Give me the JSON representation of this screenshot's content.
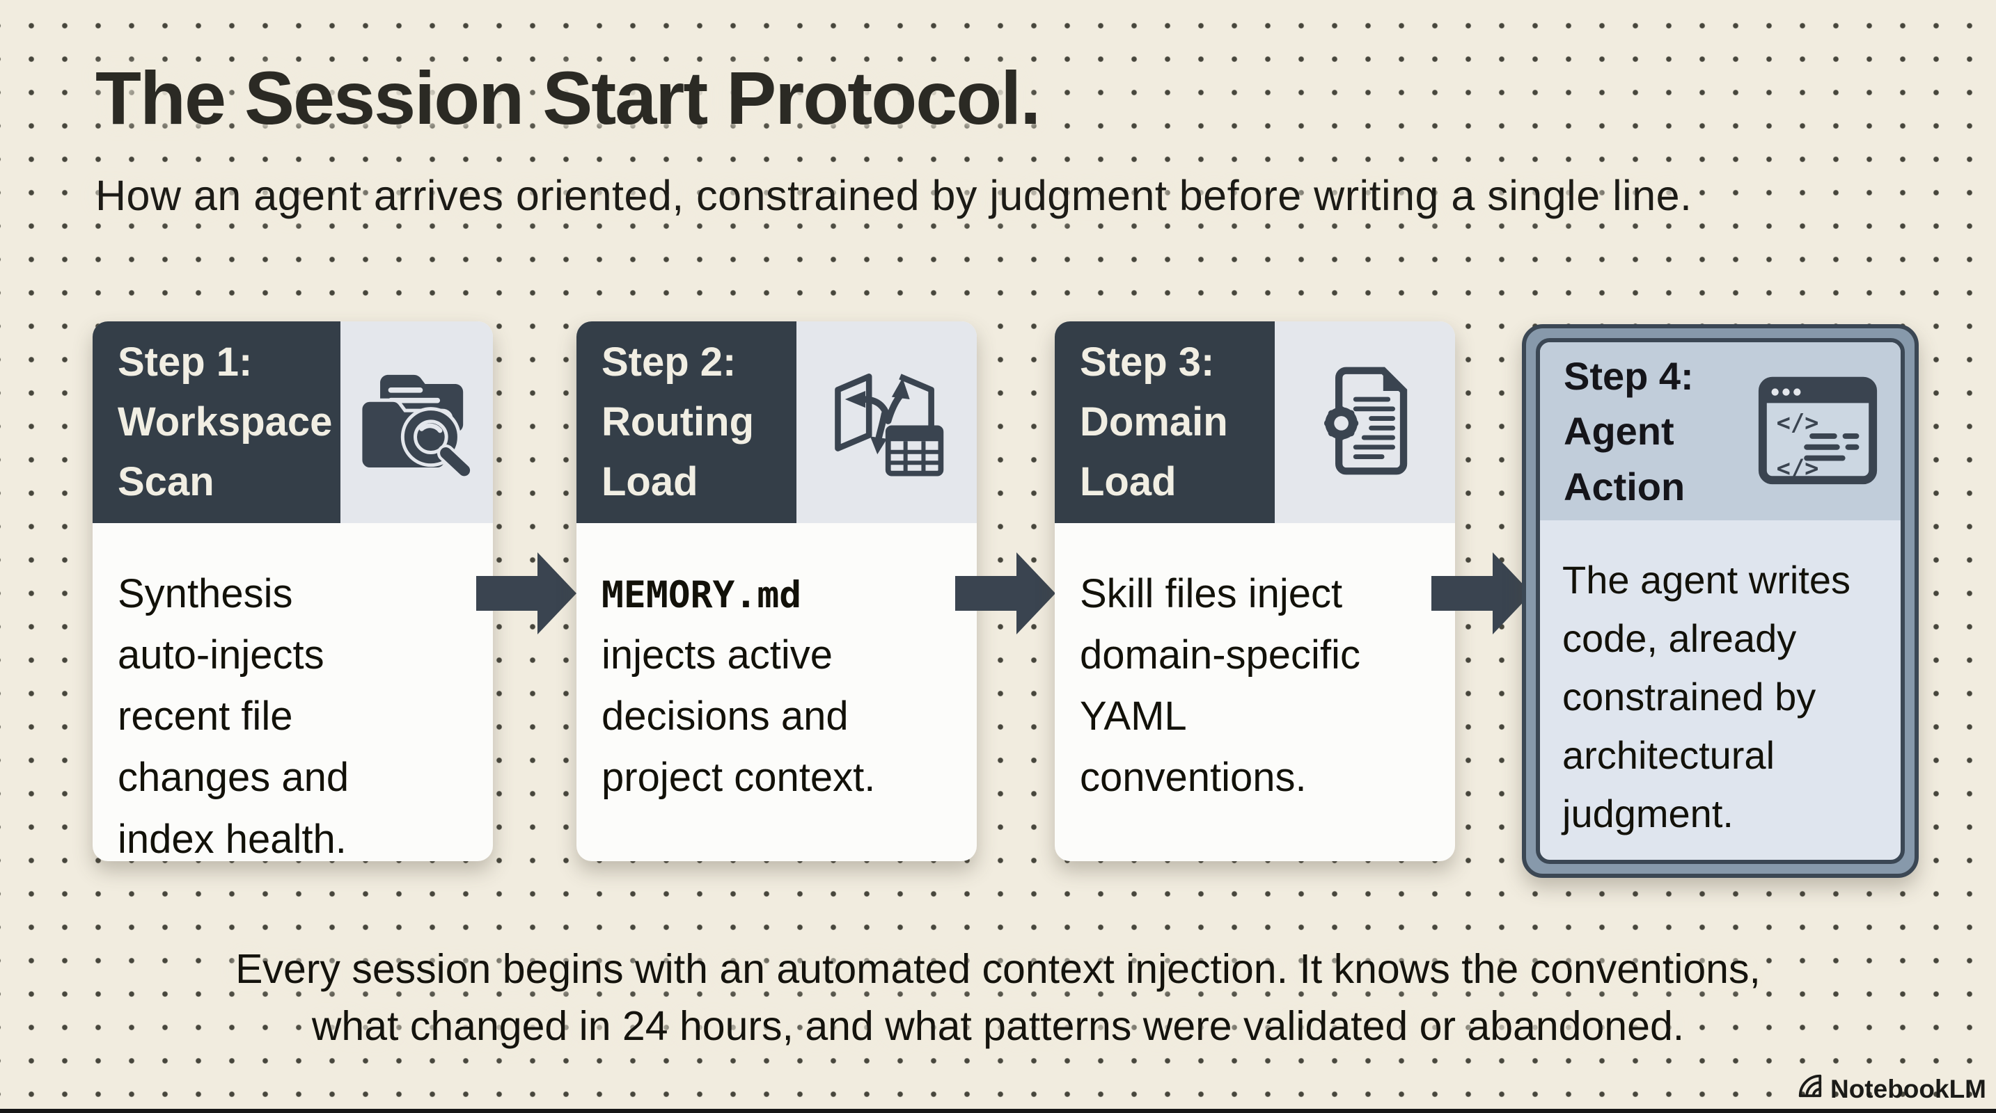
{
  "page": {
    "title": "The Session Start Protocol.",
    "subtitle": "How an agent arrives oriented, constrained by judgment before writing a single line.",
    "caption_line1": "Every session begins with an automated context injection. It knows the conventions,",
    "caption_line2": "what changed in 24 hours, and what patterns were validated or abandoned.",
    "watermark": "NotebookLM"
  },
  "colors": {
    "background": "#f1ecdf",
    "dot_grid": "#30302a",
    "header_dark": "#343e48",
    "icon_panel": "#e4e7ec",
    "card_body": "#fcfcfa",
    "arrow": "#3a4450",
    "step4_band": "#8799ab",
    "step4_border": "#3b4754",
    "step4_header": "#c1cdda",
    "step4_body": "#dfe5ee"
  },
  "cards": [
    {
      "header": "Step 1:\nWorkspace\nScan",
      "body": "Synthesis\nauto-injects\nrecent file\nchanges and\nindex health.",
      "icon": "folder-search-icon"
    },
    {
      "header": "Step 2:\nRouting\nLoad",
      "body_code": "MEMORY.md",
      "body_rest": "\ninjects active\ndecisions and\nproject context.",
      "icon": "map-route-icon"
    },
    {
      "header": "Step 3:\nDomain\nLoad",
      "body": "Skill files inject\ndomain-specific\nYAML\nconventions.",
      "icon": "document-gear-icon"
    },
    {
      "header": "Step 4:\nAgent\nAction",
      "body": "The agent writes\ncode, already\nconstrained by\narchitectural\njudgment.",
      "icon": "code-window-icon",
      "highlighted": true
    }
  ]
}
